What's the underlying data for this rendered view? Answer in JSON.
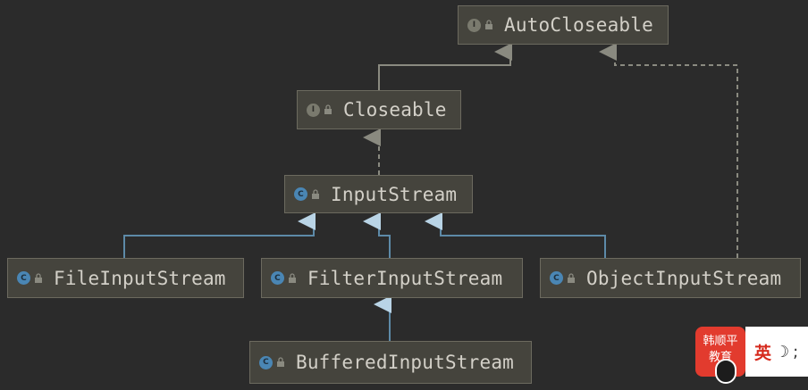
{
  "nodes": {
    "autocloseable": {
      "label": "AutoCloseable",
      "kind": "interface",
      "badge": "I"
    },
    "closeable": {
      "label": "Closeable",
      "kind": "interface",
      "badge": "I"
    },
    "inputstream": {
      "label": "InputStream",
      "kind": "abstract-class",
      "badge": "C"
    },
    "fileinputstream": {
      "label": "FileInputStream",
      "kind": "class",
      "badge": "C"
    },
    "filterinputstream": {
      "label": "FilterInputStream",
      "kind": "class",
      "badge": "C"
    },
    "objectinputstream": {
      "label": "ObjectInputStream",
      "kind": "class",
      "badge": "C"
    },
    "bufferedinputstream": {
      "label": "BufferedInputStream",
      "kind": "class",
      "badge": "C"
    }
  },
  "edges": [
    {
      "from": "closeable",
      "to": "autocloseable",
      "type": "extends"
    },
    {
      "from": "inputstream",
      "to": "closeable",
      "type": "implements"
    },
    {
      "from": "objectinputstream",
      "to": "autocloseable",
      "type": "implements"
    },
    {
      "from": "fileinputstream",
      "to": "inputstream",
      "type": "extends"
    },
    {
      "from": "filterinputstream",
      "to": "inputstream",
      "type": "extends"
    },
    {
      "from": "objectinputstream",
      "to": "inputstream",
      "type": "extends"
    },
    {
      "from": "bufferedinputstream",
      "to": "filterinputstream",
      "type": "extends"
    }
  ],
  "colors": {
    "background": "#2b2b2b",
    "node_fill": "#45443d",
    "interface_edge": "#8a8a80",
    "class_edge": "#5d8aa8",
    "interface_badge": "#7a7a6e",
    "class_badge": "#4a86b4"
  },
  "watermark": {
    "line1": "韩顺平",
    "line2": "教育"
  },
  "ime": {
    "language": "英",
    "mode_icon": "moon-icon",
    "punct": ";"
  }
}
